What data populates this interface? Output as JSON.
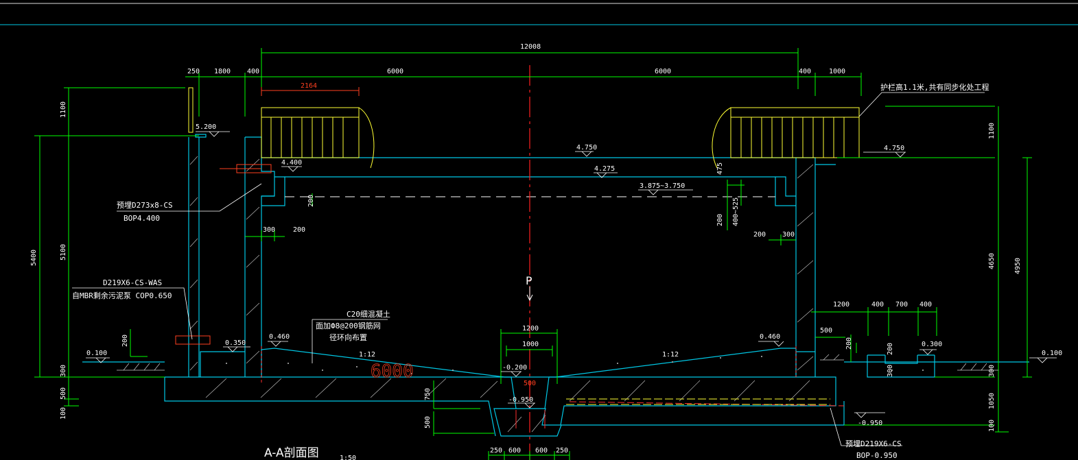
{
  "colors": {
    "background": "#000000",
    "structure": "#00c8e6",
    "dimension": "#00ff00",
    "railing": "#ffff33",
    "centerline": "#ff2020",
    "text": "#ffffff",
    "annotation_red": "#ff4020"
  },
  "dimensions": {
    "overall_width": "12008",
    "top": [
      "250",
      "1800",
      "400",
      "6000",
      "6000",
      "400",
      "1000"
    ],
    "railing_span": "2164",
    "left_vertical": [
      "1100",
      "5400",
      "5100",
      "300",
      "500",
      "100"
    ],
    "right_vertical": [
      "1100",
      "4650",
      "4950",
      "300",
      "1050",
      "100"
    ],
    "inner_left": [
      "300",
      "200",
      "200"
    ],
    "inner_right": [
      "200",
      "300",
      "200",
      "400~525"
    ],
    "side_channel": [
      "1200",
      "400",
      "700",
      "400",
      "500",
      "200",
      "200",
      "300"
    ],
    "sump": [
      "1200",
      "1000",
      "500",
      "750",
      "500"
    ],
    "bottom": [
      "250",
      "600",
      "600",
      "250"
    ],
    "beam_depth": "475",
    "left_ground_200": "200"
  },
  "elevations": {
    "left_wall_top": "5.200",
    "left_pipe": "4.400",
    "walkway": "4.750",
    "beam": "4.275",
    "water_level": "3.875~3.750",
    "right_outside": "4.750",
    "left_ground": "0.100",
    "left_inner": "0.350",
    "floor_left": "0.460",
    "floor_right": "0.460",
    "sump_top": "-0.200",
    "sump_bottom": "-0.950",
    "right_pipe": "-0.950",
    "right_ground": "0.100",
    "channel": "0.300"
  },
  "annotations": {
    "railing_note": "护栏高1.1米,共有同步化处工程",
    "pipe_inlet_1": "预埋D273x8-CS",
    "pipe_inlet_2": "BOP4.400",
    "pipe_was_1": "D219X6-CS-WAS",
    "pipe_was_2": "自MBR剩余污泥泵 COP0.650",
    "concrete_1": "C20细混凝土",
    "concrete_2": "面加Ф8@200钢筋网",
    "concrete_3": "径环向布置",
    "slope_left": "1:12",
    "slope_right": "1:12",
    "red_note": "6000",
    "pipe_outlet_1": "预埋D219X6-CS",
    "pipe_outlet_2": "BOP-0.950",
    "centerline_label": "P",
    "section_title": "A-A剖面图",
    "scale": "1:50"
  }
}
